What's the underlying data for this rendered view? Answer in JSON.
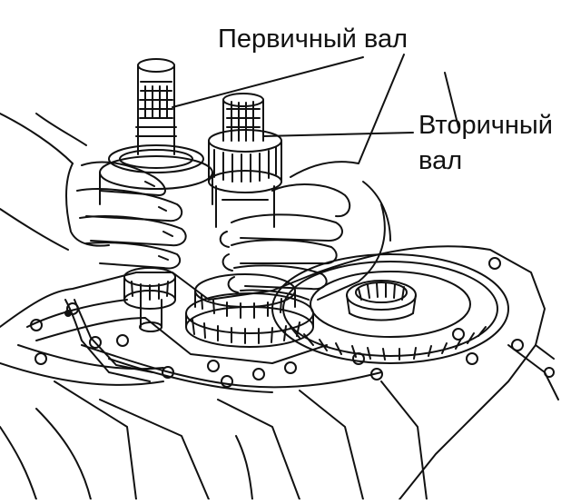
{
  "labels": {
    "primary_shaft": "Первичный вал",
    "secondary_shaft_line1": "Вторичный",
    "secondary_shaft_line2": "вал"
  },
  "colors": {
    "ink": "#111111",
    "paper": "#ffffff"
  }
}
